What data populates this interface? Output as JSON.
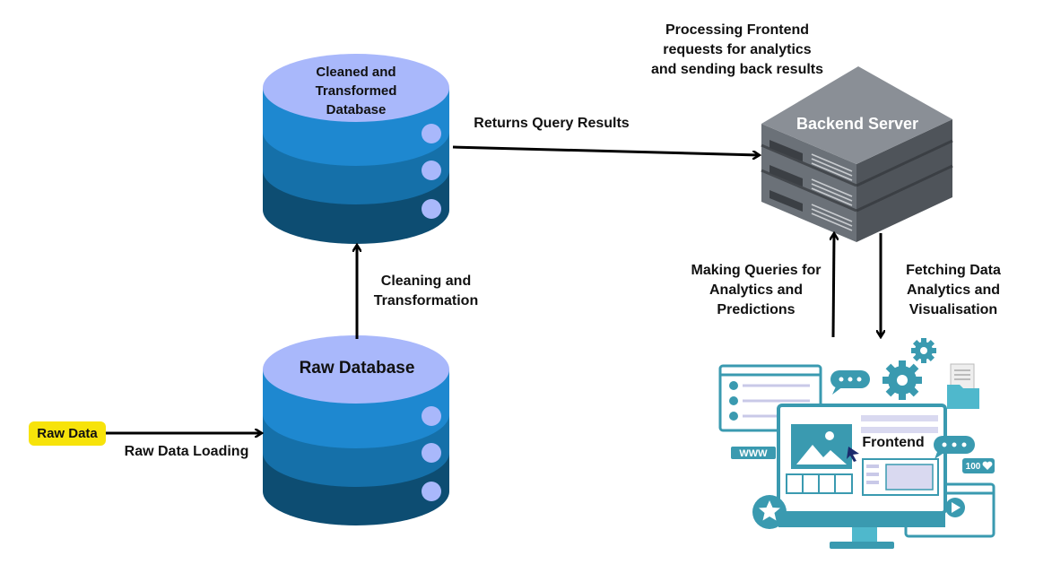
{
  "raw_data_chip": "Raw Data",
  "raw_data_loading": "Raw Data Loading",
  "raw_database": "Raw Database",
  "cleaning_transformation_line1": "Cleaning and",
  "cleaning_transformation_line2": "Transformation",
  "cleaned_db_line1": "Cleaned and",
  "cleaned_db_line2": "Transformed",
  "cleaned_db_line3": "Database",
  "returns_query_results": "Returns Query Results",
  "processing_line1": "Processing Frontend",
  "processing_line2": "requests for analytics",
  "processing_line3": "and sending back results",
  "backend_server": "Backend Server",
  "making_queries_line1": "Making Queries for",
  "making_queries_line2": "Analytics and",
  "making_queries_line3": "Predictions",
  "fetching_line1": "Fetching Data",
  "fetching_line2": "Analytics and",
  "fetching_line3": "Visualisation",
  "frontend": "Frontend",
  "www_text": "WWW",
  "hundred_text": "100",
  "colors": {
    "db_top": "#a9b8fb",
    "db_band1": "#1e88d0",
    "db_band2": "#1570a9",
    "db_band3": "#0d4d72",
    "server_top": "#8a8f96",
    "server_side": "#5f656c",
    "teal": "#3a9ab0",
    "chip": "#f7e30a"
  },
  "icons": [
    "database-icon",
    "server-icon",
    "frontend-monitor-icon",
    "gear-icon",
    "star-icon",
    "play-icon",
    "heart-icon",
    "document-icon",
    "folder-icon",
    "chat-bubble-icon",
    "cursor-icon"
  ]
}
